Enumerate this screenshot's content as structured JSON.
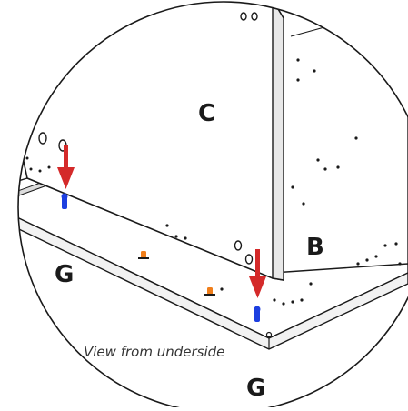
{
  "labels": {
    "panel_c": "C",
    "panel_b": "B",
    "panel_g_left": "G",
    "panel_g_bottom": "G"
  },
  "caption": "View from underside",
  "colors": {
    "arrow": "#d42a2a",
    "blue_pin": "#1d3fe0",
    "orange_pin": "#f07e1a",
    "line": "#1a1a1a"
  },
  "icons": {
    "arrow": "down-arrow-icon",
    "blue_pin": "blue-dowel-pin-icon",
    "orange_pin": "orange-cam-pin-icon"
  }
}
